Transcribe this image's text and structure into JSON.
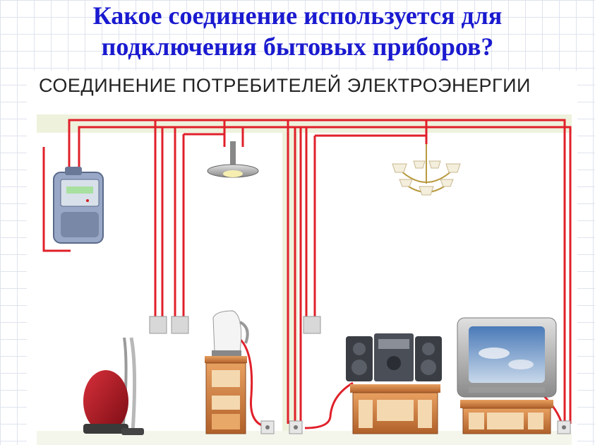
{
  "slide": {
    "title_line1": "Какое соединение используется для",
    "title_line2": "подключения бытовых приборов?",
    "title_color": "#1a1ad0"
  },
  "diagram": {
    "caption": "СОЕДИНЕНИЕ ПОТРЕБИТЕЛЕЙ ЭЛЕКТРОЭНЕРГИИ",
    "wire_color": "#e0202a",
    "wall_color": "#eef2dc",
    "devices": [
      "electric-meter-icon",
      "ceiling-lamp-icon",
      "chandelier-icon",
      "vacuum-cleaner-icon",
      "electric-kettle-icon",
      "stereo-system-icon",
      "tv-icon",
      "wall-switch-icon",
      "socket-icon",
      "cabinet-icon"
    ]
  }
}
